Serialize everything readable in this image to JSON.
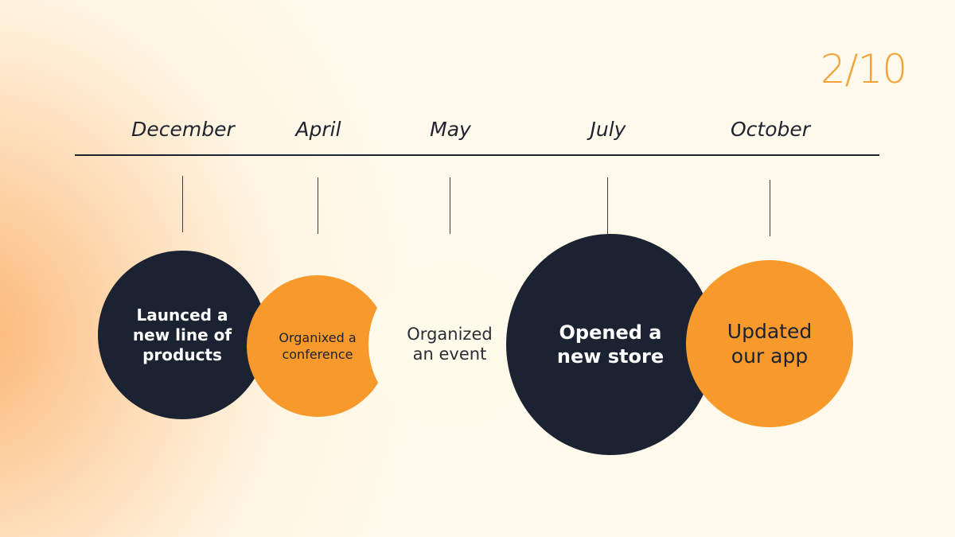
{
  "page_number": "2/10",
  "colors": {
    "dark": "#1b2231",
    "orange": "#f8992c",
    "cream": "#fffbea",
    "page_number": "#f4a23a"
  },
  "milestones": [
    {
      "month": "December",
      "text": "Launced a new line of products"
    },
    {
      "month": "April",
      "text": "Organixed a conference"
    },
    {
      "month": "May",
      "text": "Organized an event"
    },
    {
      "month": "July",
      "text": "Opened a new store"
    },
    {
      "month": "October",
      "text": "Updated our app"
    }
  ]
}
